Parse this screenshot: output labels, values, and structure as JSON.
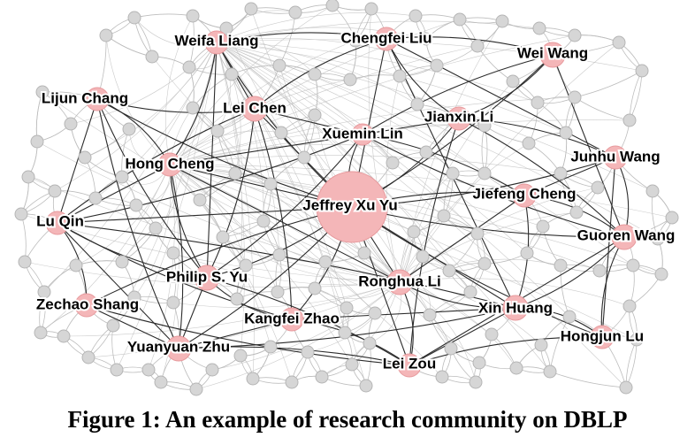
{
  "caption": "Figure 1: An example of research community on DBLP",
  "colors": {
    "key_node_fill": "#f4b6b8",
    "key_node_stroke": "#e79a9d",
    "minor_node_fill": "#d6d6d6",
    "minor_node_stroke": "#b5b5b5",
    "strong_edge": "#2b2b2b",
    "weak_edge": "#bdbdbd"
  },
  "key_authors": [
    {
      "id": "weifa-liang",
      "label": "Weifa Liang"
    },
    {
      "id": "chengfei-liu",
      "label": "Chengfei Liu"
    },
    {
      "id": "wei-wang",
      "label": "Wei Wang"
    },
    {
      "id": "lijun-chang",
      "label": "Lijun Chang"
    },
    {
      "id": "lei-chen",
      "label": "Lei Chen"
    },
    {
      "id": "jianxin-li",
      "label": "Jianxin Li"
    },
    {
      "id": "xuemin-lin",
      "label": "Xuemin Lin"
    },
    {
      "id": "hong-cheng",
      "label": "Hong Cheng"
    },
    {
      "id": "junhu-wang",
      "label": "Junhu Wang"
    },
    {
      "id": "jeffrey-xu-yu",
      "label": "Jeffrey Xu Yu"
    },
    {
      "id": "jiefeng-cheng",
      "label": "Jiefeng Cheng"
    },
    {
      "id": "lu-qin",
      "label": "Lu Qin"
    },
    {
      "id": "guoren-wang",
      "label": "Guoren Wang"
    },
    {
      "id": "philip-s-yu",
      "label": "Philip S. Yu"
    },
    {
      "id": "ronghua-li",
      "label": "Ronghua Li"
    },
    {
      "id": "zechao-shang",
      "label": "Zechao Shang"
    },
    {
      "id": "kangfei-zhao",
      "label": "Kangfei Zhao"
    },
    {
      "id": "xin-huang",
      "label": "Xin Huang"
    },
    {
      "id": "hongjun-lu",
      "label": "Hongjun Lu"
    },
    {
      "id": "yuanyuan-zhu",
      "label": "Yuanyuan Zhu"
    },
    {
      "id": "lei-zou",
      "label": "Lei Zou"
    }
  ]
}
